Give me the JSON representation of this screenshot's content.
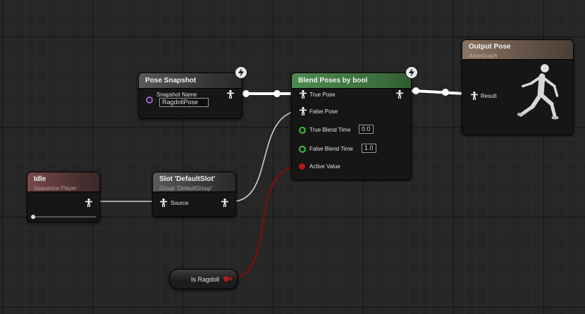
{
  "graph": "AnimGraph",
  "colors": {
    "exec_wire": "#ffffff",
    "pose_wire": "#cfcfcf",
    "bool_wire": "#8c0b0b",
    "float_pin": "#3fbf3f",
    "object_pin": "#9a5fd0",
    "bool_pin": "#b0191b"
  },
  "nodes": {
    "pose_snapshot": {
      "title": "Pose Snapshot",
      "icon": "bolt-icon",
      "pins": {
        "snapshot_name": "Snapshot Name"
      },
      "snapshot_value": "RagdollPose"
    },
    "blend": {
      "title": "Blend Poses by bool",
      "icon": "bolt-icon",
      "pins": {
        "true_pose": "True Pose",
        "false_pose": "False Pose",
        "true_blend_time": "True Blend Time",
        "false_blend_time": "False Blend Time",
        "active_value": "Active Value"
      },
      "true_blend_value": "0.0",
      "false_blend_value": "1.0"
    },
    "output": {
      "title": "Output Pose",
      "subtitle": "AnimGraph",
      "pins": {
        "result": "Result"
      },
      "preview": "mannequin-running-icon"
    },
    "idle": {
      "title": "Idle",
      "subtitle": "Sequence Player",
      "progress": 0.0
    },
    "slot": {
      "title": "Slot 'DefaultSlot'",
      "subtitle": "Group 'DefaultGroup'",
      "pins": {
        "source": "Source"
      }
    },
    "is_ragdoll": {
      "title": "Is Ragdoll"
    }
  }
}
